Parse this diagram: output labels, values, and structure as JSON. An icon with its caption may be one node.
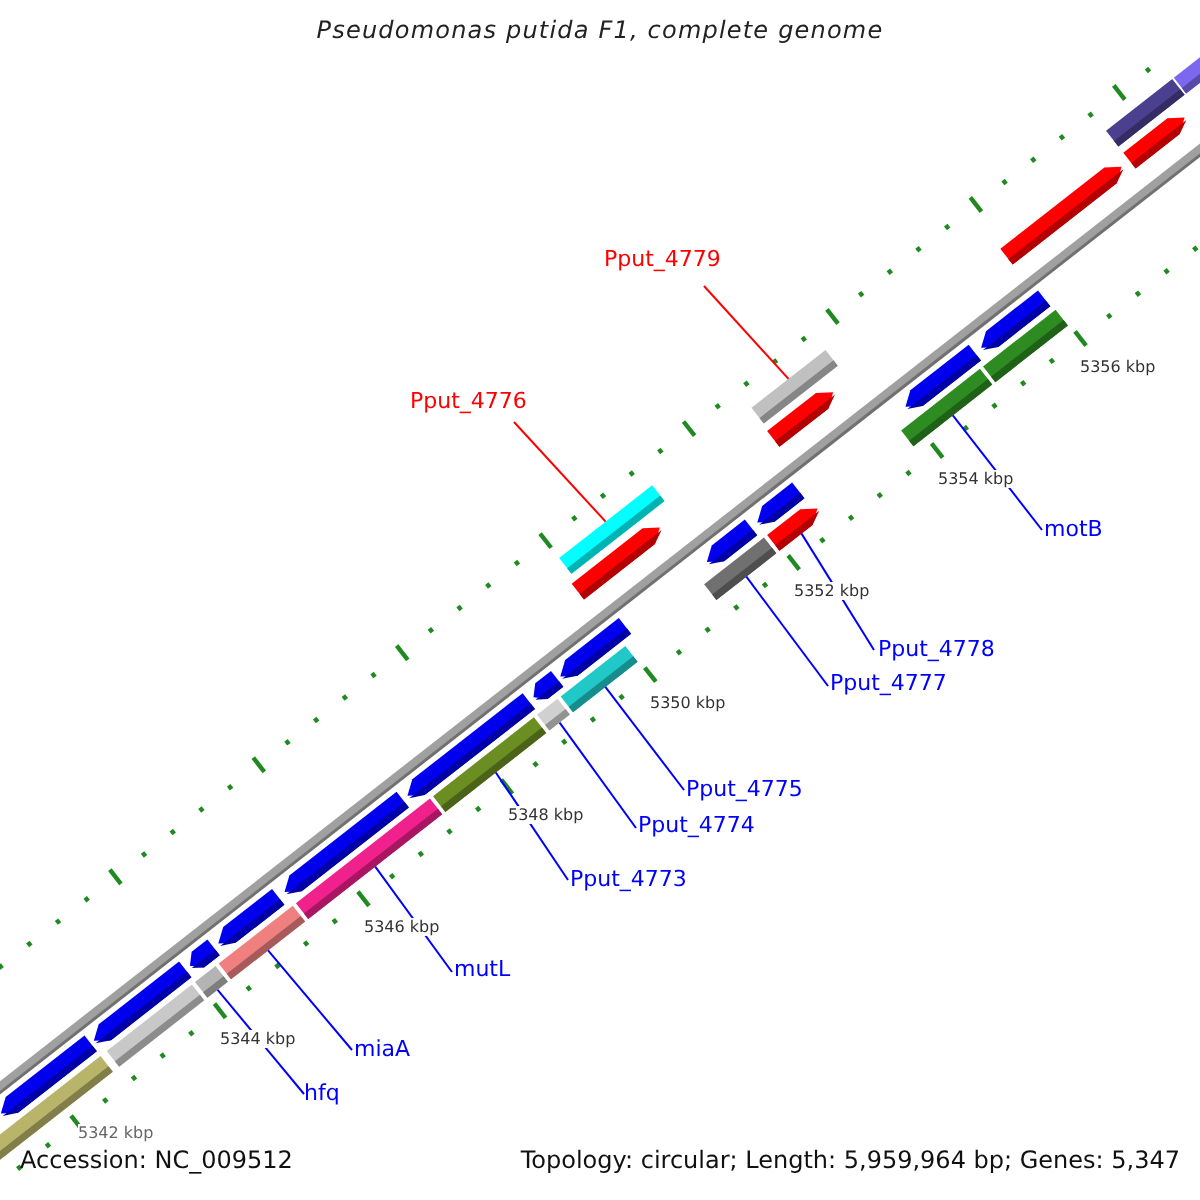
{
  "diagram": {
    "title": "Pseudomonas putida F1, complete genome",
    "nodes": [
      {
        "text": [
          "Pput_4779"
        ]
      },
      {
        "text": [
          "Pput_4776"
        ]
      },
      {
        "text": [
          "motB"
        ]
      },
      {
        "text": [
          "Pput_4778"
        ]
      },
      {
        "text": [
          "Pput_4777"
        ]
      },
      {
        "text": [
          "Pput_4775"
        ]
      },
      {
        "text": [
          "Pput_4774"
        ]
      },
      {
        "text": [
          "Pput_4773"
        ]
      },
      {
        "text": [
          "mutL"
        ]
      },
      {
        "text": [
          "miaA"
        ]
      },
      {
        "text": [
          "hfq"
        ]
      },
      {
        "text": [],
        "shape": "bar"
      },
      {
        "text": [],
        "shape": "arrow"
      },
      {
        "text": [],
        "shape": "arrow"
      },
      {
        "text": [],
        "shape": "bar"
      },
      {
        "text": [],
        "shape": "arrow"
      },
      {
        "text": [],
        "shape": "bar"
      },
      {
        "text": [],
        "shape": "arrow"
      },
      {
        "text": [],
        "shape": "bar"
      },
      {
        "text": [],
        "shape": "arrow"
      },
      {
        "text": [],
        "shape": "bar"
      },
      {
        "text": [],
        "shape": "arrow"
      },
      {
        "text": [],
        "shape": "bar"
      },
      {
        "text": [],
        "shape": "bar"
      },
      {
        "text": [],
        "shape": "arrow"
      },
      {
        "text": [],
        "shape": "bar"
      },
      {
        "text": [],
        "shape": "arrow"
      },
      {
        "text": [],
        "shape": "arrow"
      },
      {
        "text": [],
        "shape": "bar"
      },
      {
        "text": [],
        "shape": "bar"
      },
      {
        "text": [],
        "shape": "arrow"
      },
      {
        "text": [],
        "shape": "arrow"
      },
      {
        "text": [],
        "shape": "arrow"
      },
      {
        "text": [],
        "shape": "arrow"
      },
      {
        "text": [],
        "shape": "bar"
      },
      {
        "text": [],
        "shape": "bar"
      },
      {
        "text": [],
        "shape": "arrow"
      },
      {
        "text": [],
        "shape": "bar"
      },
      {
        "text": [],
        "shape": "arrow"
      },
      {
        "text": [],
        "shape": "arrow"
      },
      {
        "text": [],
        "shape": "arrow"
      },
      {
        "text": [],
        "shape": "bar"
      },
      {
        "text": [],
        "shape": "bar"
      }
    ],
    "edges": [
      {
        "from": 0,
        "to": 34,
        "arrow": "none",
        "color": "#ff0000"
      },
      {
        "from": 1,
        "to": 28,
        "arrow": "none",
        "color": "#ff0000"
      },
      {
        "from": 2,
        "to": 35,
        "arrow": "none"
      },
      {
        "from": 3,
        "to": 32,
        "arrow": "none"
      },
      {
        "from": 4,
        "to": 29,
        "arrow": "none"
      },
      {
        "from": 5,
        "to": 25,
        "arrow": "none"
      },
      {
        "from": 6,
        "to": 23,
        "arrow": "none"
      },
      {
        "from": 7,
        "to": 22,
        "arrow": "none"
      },
      {
        "from": 8,
        "to": 20,
        "arrow": "none"
      },
      {
        "from": 9,
        "to": 18,
        "arrow": "none"
      },
      {
        "from": 10,
        "to": 16,
        "arrow": "none"
      }
    ],
    "labels": [
      "5356 kbp",
      "5354 kbp",
      "5352 kbp",
      "5350 kbp",
      "5348 kbp",
      "5346 kbp",
      "5344 kbp",
      "5342 kbp",
      "Accession: NC_009512",
      "Topology: circular; Length: 5,959,964 bp; Genes: 5,347"
    ]
  }
}
